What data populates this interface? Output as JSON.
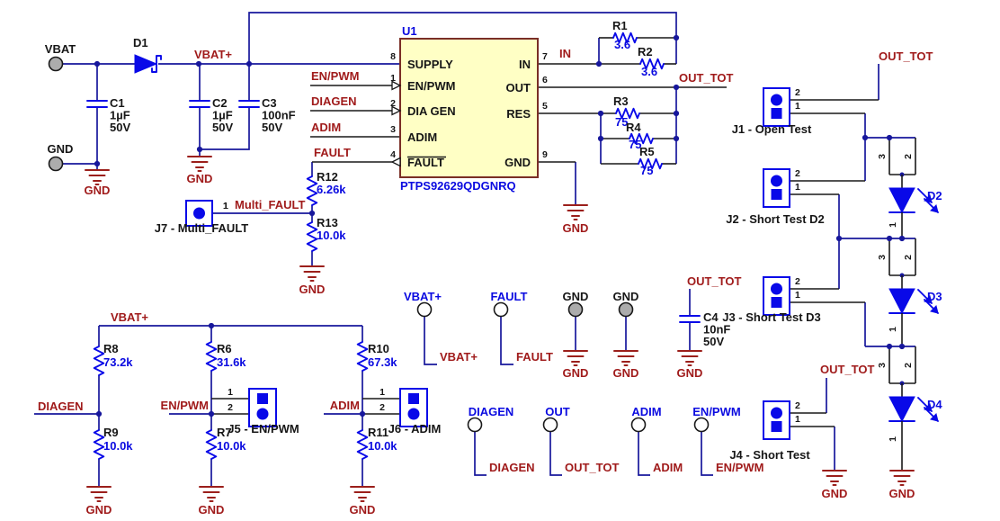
{
  "colors": {
    "wire": "#17179C",
    "symbol_blue": "#0909E8",
    "net_label_maroon": "#A01B1B",
    "ground_maroon": "#9B1F1B",
    "ic_fill": "#FFFFC5",
    "ic_border": "#7A2E26",
    "test_point_gray": "#ACACAC",
    "text_black": "#161616"
  },
  "ic": {
    "ref": "U1",
    "part": "PTPS92629QDGNRQ",
    "left_pins": [
      {
        "num": "8",
        "label": "SUPPLY"
      },
      {
        "num": "1",
        "label": "EN/PWM"
      },
      {
        "num": "2",
        "label": "DIA GEN"
      },
      {
        "num": "3",
        "label": "ADIM"
      },
      {
        "num": "4",
        "label": "FAULT",
        "overline": true
      }
    ],
    "right_pins": [
      {
        "num": "7",
        "label": "IN"
      },
      {
        "num": "6",
        "label": "OUT"
      },
      {
        "num": "5",
        "label": "RES"
      },
      {
        "num": "9",
        "label": "GND"
      }
    ]
  },
  "resistors": [
    {
      "ref": "R1",
      "value": "3.6"
    },
    {
      "ref": "R2",
      "value": "3.6"
    },
    {
      "ref": "R3",
      "value": "75"
    },
    {
      "ref": "R4",
      "value": "75"
    },
    {
      "ref": "R5",
      "value": "75"
    },
    {
      "ref": "R6",
      "value": "31.6k"
    },
    {
      "ref": "R7",
      "value": "10.0k"
    },
    {
      "ref": "R8",
      "value": "73.2k"
    },
    {
      "ref": "R9",
      "value": "10.0k"
    },
    {
      "ref": "R10",
      "value": "67.3k"
    },
    {
      "ref": "R11",
      "value": "10.0k"
    },
    {
      "ref": "R12",
      "value": "6.26k"
    },
    {
      "ref": "R13",
      "value": "10.0k"
    }
  ],
  "capacitors": [
    {
      "ref": "C1",
      "value": "1µF",
      "voltage": "50V"
    },
    {
      "ref": "C2",
      "value": "1µF",
      "voltage": "50V"
    },
    {
      "ref": "C3",
      "value": "100nF",
      "voltage": "50V"
    },
    {
      "ref": "C4",
      "value": "10nF",
      "voltage": "50V"
    }
  ],
  "diodes": [
    {
      "ref": "D1",
      "type": "schottky"
    },
    {
      "ref": "D2",
      "type": "led",
      "pin_numbers": [
        "3",
        "2",
        "1"
      ]
    },
    {
      "ref": "D3",
      "type": "led",
      "pin_numbers": [
        "3",
        "2",
        "1"
      ]
    },
    {
      "ref": "D4",
      "type": "led",
      "pin_numbers": [
        "3",
        "2",
        "1"
      ]
    }
  ],
  "connectors": [
    {
      "ref": "J1",
      "label": "J1 - Open Test",
      "pin_numbers": [
        "2",
        "1"
      ]
    },
    {
      "ref": "J2",
      "label": "J2 - Short Test D2",
      "pin_numbers": [
        "2",
        "1"
      ]
    },
    {
      "ref": "J3",
      "label": "J3 - Short Test D3",
      "pin_numbers": [
        "2",
        "1"
      ]
    },
    {
      "ref": "J4",
      "label": "J4 - Short Test",
      "pin_numbers": [
        "2",
        "1"
      ]
    },
    {
      "ref": "J5",
      "label": "J5 - EN/PWM",
      "pin_numbers": [
        "1",
        "2"
      ]
    },
    {
      "ref": "J6",
      "label": "J6 - ADIM",
      "pin_numbers": [
        "1",
        "2"
      ]
    },
    {
      "ref": "J7",
      "label": "J7 - Multi_FAULT",
      "pin_numbers": [
        "1"
      ]
    }
  ],
  "test_points": [
    {
      "id": "tp_vbat",
      "label": "VBAT",
      "style": "gray"
    },
    {
      "id": "tp_gnd_left",
      "label": "GND",
      "style": "gray"
    },
    {
      "id": "tp_vbatp",
      "label": "VBAT+",
      "style": "open"
    },
    {
      "id": "tp_fault",
      "label": "FAULT",
      "style": "open"
    },
    {
      "id": "tp_gnd_mid1",
      "label": "GND",
      "style": "gray"
    },
    {
      "id": "tp_gnd_mid2",
      "label": "GND",
      "style": "gray"
    },
    {
      "id": "tp_diagen",
      "label": "DIAGEN",
      "style": "open"
    },
    {
      "id": "tp_out",
      "label": "OUT",
      "style": "open"
    },
    {
      "id": "tp_adim",
      "label": "ADIM",
      "style": "open"
    },
    {
      "id": "tp_enpwm",
      "label": "EN/PWM",
      "style": "open"
    }
  ],
  "net_labels": {
    "vbat_plus_main": "VBAT+",
    "en_pwm_pin": "EN/PWM",
    "diagen_pin": "DIAGEN",
    "adim_pin": "ADIM",
    "fault_pin": "FAULT",
    "in_pin": "IN",
    "out_tot_out": "OUT_TOT",
    "multi_fault": "Multi_FAULT",
    "multi_fault_pin_number": "1",
    "vbat_plus_rail": "VBAT+",
    "diagen_row": "DIAGEN",
    "en_pwm_row": "EN/PWM",
    "adim_row": "ADIM",
    "vbat_plus_tp": "VBAT+",
    "fault_tp": "FAULT",
    "out_tot_c4": "OUT_TOT",
    "diagen_tp": "DIAGEN",
    "out_tot_tp": "OUT_TOT",
    "adim_tp": "ADIM",
    "en_pwm_tp": "EN/PWM",
    "out_tot_topright": "OUT_TOT",
    "out_tot_j4": "OUT_TOT"
  },
  "gnd_label": "GND"
}
